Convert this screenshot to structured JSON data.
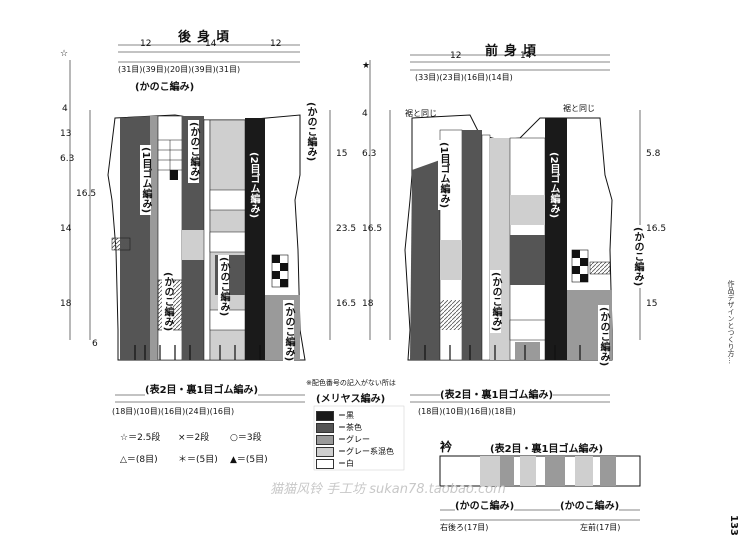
{
  "titles": {
    "back": "後身頃",
    "front": "前身頃",
    "collar": "衿"
  },
  "back": {
    "width_row1": "12",
    "width_row2": "14",
    "width_row3": "12",
    "top_counts": "(31目)(39目)(20目)(39目)(31目)",
    "kanoko_top": "(かのこ編み)",
    "label_rib": "(1目ゴム編み)",
    "label_kanoko_left": "(かのこ編み)",
    "label_kanoko_mid": "(かのこ編み)",
    "label_rib2": "(2目ゴム編み)",
    "label_kanoko_bottom": "(かのこ編み)",
    "hem": "(表2目・裏1目ゴム編み)",
    "hem_counts": "(18目)(10目)(16目)(24目)(16目)",
    "left_dims": [
      "☆",
      "4",
      "13",
      "6.3",
      "14",
      "16.5",
      "18",
      "6"
    ],
    "right_dims": [
      "15",
      "23.5",
      "16.5"
    ]
  },
  "front": {
    "width_row1": "12",
    "width_row2": "14",
    "top_counts": "(33目)(23目)(16目)(14目)",
    "label_rib": "(1目ゴム編み)",
    "label_rib2": "(2目ゴム編み)",
    "label_kanoko_a": "(かのこ編み)",
    "label_kanoko_b": "(かのこ編み)",
    "label_kanoko_c": "(かのこ編み)",
    "hem": "(表2目・裏1目ゴム編み)",
    "hem_counts": "(18目)(10目)(16目)(18目)",
    "left_dims": [
      "★",
      "4",
      "6.3",
      "16.5",
      "18"
    ],
    "right_dims": [
      "5.8",
      "16.5",
      "15"
    ],
    "note_left": "裾と同じ",
    "note_right": "裾と同じ"
  },
  "notes": {
    "meriyasu": "(メリヤス編み)",
    "meriyasu_note": "※配色番号の記入がない所は",
    "gauge_a": "☆＝2.5段",
    "gauge_b": "×＝2段",
    "gauge_c": "○＝3段",
    "gauge_d": "△＝(8目)",
    "gauge_e": "＊＝(5目)",
    "gauge_f": "▲＝(5目)"
  },
  "legend": [
    {
      "label": "＝黒",
      "color": "#1a1a1a"
    },
    {
      "label": "＝茶色",
      "color": "#555555"
    },
    {
      "label": "＝グレー",
      "color": "#9a9a9a"
    },
    {
      "label": "＝グレー系混色",
      "color": "#cfcfcf"
    },
    {
      "label": "＝白",
      "color": "#ffffff"
    }
  ],
  "collar": {
    "rib": "(表2目・裏1目ゴム編み)",
    "kanoko_left": "(かのこ編み)",
    "kanoko_right": "(かのこ編み)",
    "left_label": "右後ろ(17目)",
    "right_label": "左前(17目)"
  },
  "side_text": "作品デザインとつくり方…",
  "page_number": "133",
  "watermark": "猫猫风铃 手工坊 sukan78.taobao.com",
  "colors": {
    "black": "#1a1a1a",
    "dark": "#555555",
    "gray": "#9a9a9a",
    "light": "#cfcfcf",
    "white": "#ffffff"
  }
}
